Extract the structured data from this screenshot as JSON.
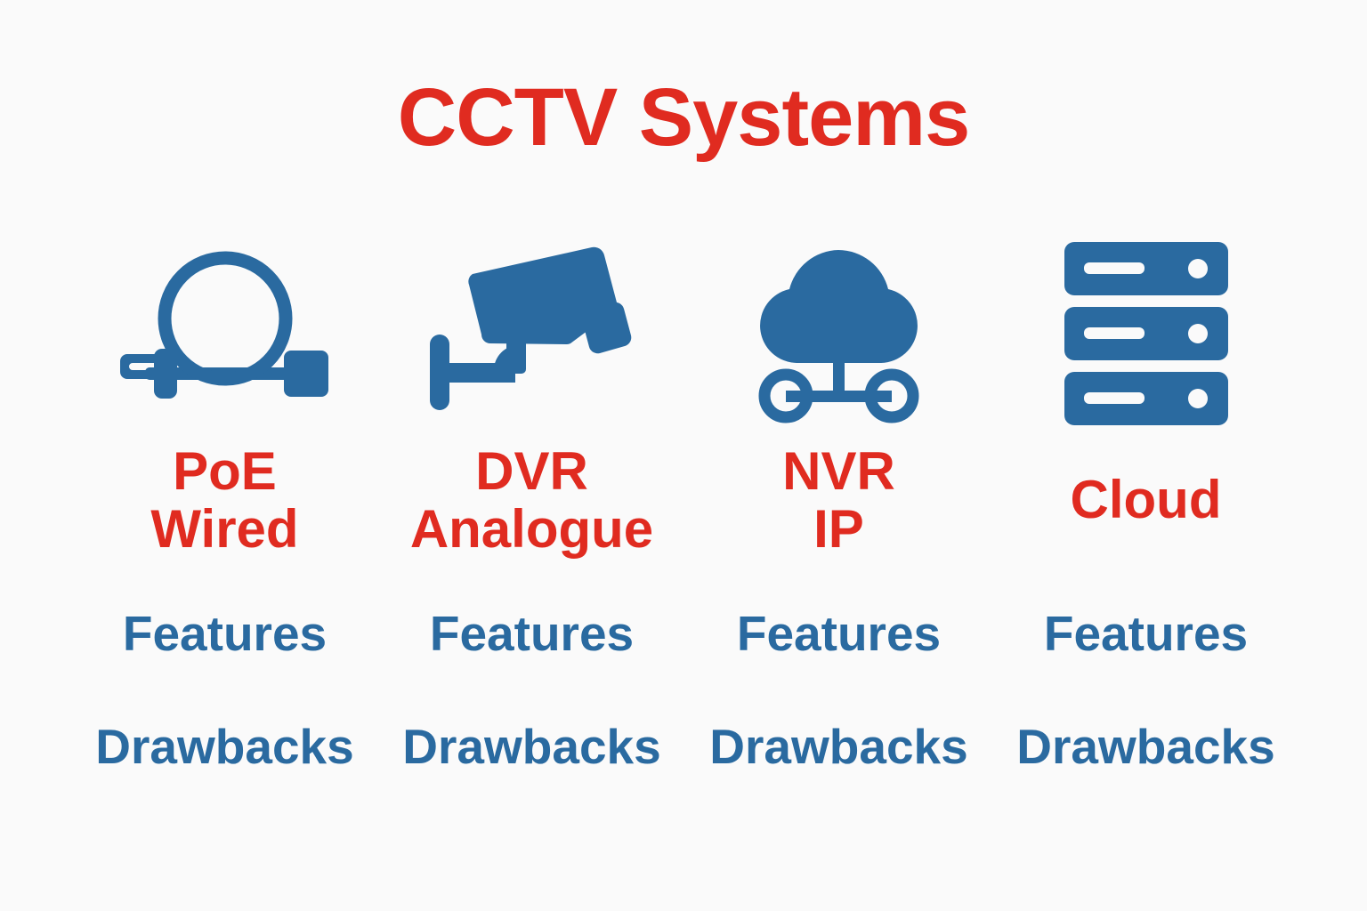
{
  "page": {
    "title": "CCTV Systems",
    "background_color": "#fafafa",
    "accent_red": "#e02b20",
    "accent_blue": "#2a6aa0"
  },
  "columns": [
    {
      "icon": "ethernet-cable-coil-icon",
      "type_line1": "PoE",
      "type_line2": "Wired",
      "features_label": "Features",
      "drawbacks_label": "Drawbacks"
    },
    {
      "icon": "cctv-bullet-camera-icon",
      "type_line1": "DVR",
      "type_line2": "Analogue",
      "features_label": "Features",
      "drawbacks_label": "Drawbacks"
    },
    {
      "icon": "cloud-network-icon",
      "type_line1": "NVR",
      "type_line2": "IP",
      "features_label": "Features",
      "drawbacks_label": "Drawbacks"
    },
    {
      "icon": "server-rack-icon",
      "type_line1": "Cloud",
      "type_line2": "",
      "features_label": "Features",
      "drawbacks_label": "Drawbacks"
    }
  ]
}
